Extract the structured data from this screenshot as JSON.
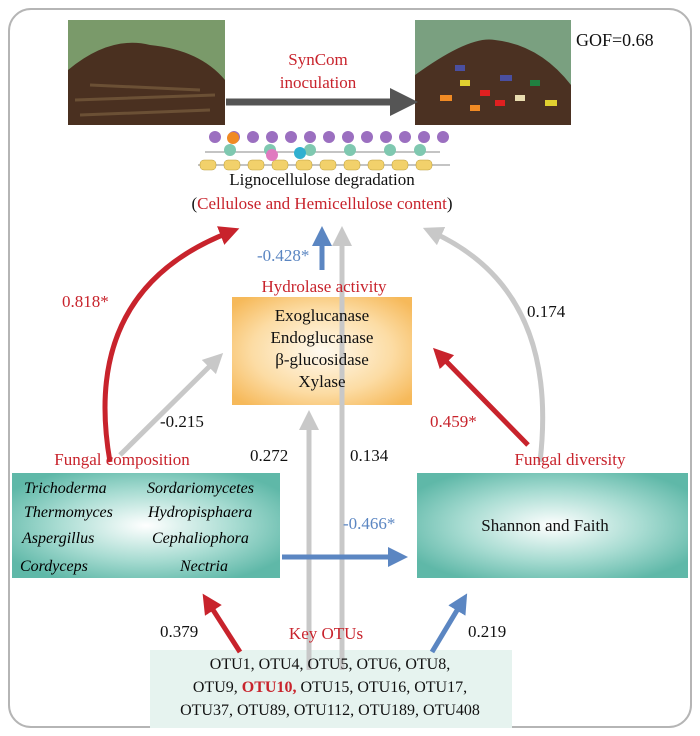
{
  "gof": "GOF=0.68",
  "inoculation": {
    "line1": "SynCom",
    "line2": "inoculation"
  },
  "lignocellulose": {
    "title": "Lignocellulose degradation",
    "open": "(",
    "subtitle": "Cellulose and Hemicellulose content",
    "close": ")"
  },
  "hydrolase": {
    "title": "Hydrolase activity",
    "items": [
      "Exoglucanase",
      "Endoglucanase",
      "β-glucosidase",
      "Xylase"
    ]
  },
  "fungal_composition": {
    "title": "Fungal composition",
    "taxa": [
      "Trichoderma",
      "Sordariomycetes",
      "Thermomyces",
      "Hydropisphaera",
      "Aspergillus",
      "Cephaliophora",
      "Cordyceps",
      "Nectria"
    ]
  },
  "fungal_diversity": {
    "title": "Fungal diversity",
    "label": "Shannon and Faith"
  },
  "key_otus": {
    "title": "Key OTUs",
    "line1": "OTU1, OTU4, OTU5, OTU6, OTU8,",
    "line2_a": "OTU9, ",
    "line2_highlight": "OTU10,",
    "line2_b": " OTU15, OTU16, OTU17,",
    "line3": "OTU37, OTU89, OTU112, OTU189, OTU408"
  },
  "paths": {
    "comp_to_ligno": "0.818*",
    "comp_to_hydro": "-0.215",
    "hydro_to_ligno": "-0.428*",
    "otu_to_hydro": "0.272",
    "otu_to_ligno": "0.134",
    "div_to_ligno": "0.174",
    "div_to_hydro": "0.459*",
    "comp_to_div": "-0.466*",
    "otu_to_comp": "0.379",
    "otu_to_div": "0.219"
  },
  "colors": {
    "significant_positive": "#c8232c",
    "significant_negative": "#5b86c2",
    "non_significant": "#c8c8c8",
    "box_teal": "#6fbfb0",
    "box_orange": "#f8c372"
  }
}
